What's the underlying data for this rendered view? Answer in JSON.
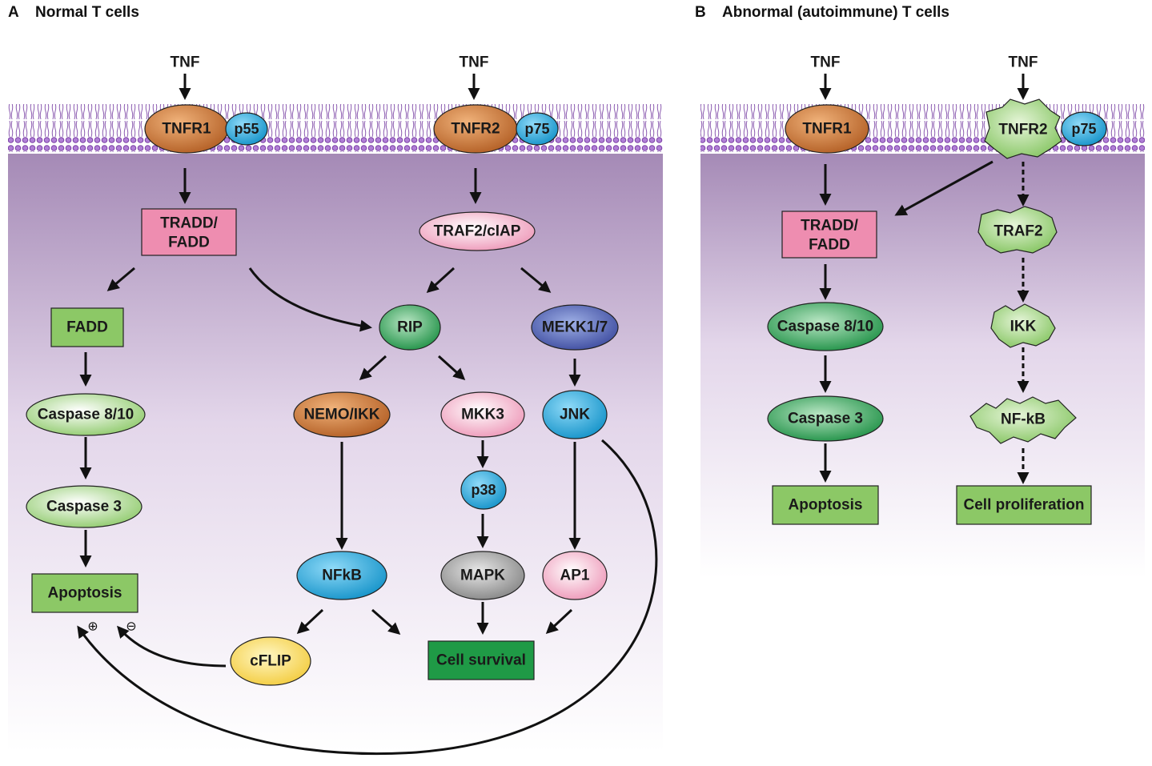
{
  "panel_a": {
    "letter": "A",
    "title": "Normal T cells",
    "nodes": {
      "tnf_1": "TNF",
      "tnf_2": "TNF",
      "tnfr1": "TNFR1",
      "p55": "p55",
      "tnfr2": "TNFR2",
      "p75": "p75",
      "tradd_fadd_line1": "TRADD/",
      "tradd_fadd_line2": "FADD",
      "traf2_ciap": "TRAF2/cIAP",
      "fadd": "FADD",
      "rip": "RIP",
      "mekk": "MEKK1/7",
      "caspase_8_10": "Caspase 8/10",
      "nemo_ikk": "NEMO/IKK",
      "mkk3": "MKK3",
      "jnk": "JNK",
      "p38": "p38",
      "caspase_3": "Caspase 3",
      "nfkb": "NFkB",
      "mapk": "MAPK",
      "ap1": "AP1",
      "apoptosis": "Apoptosis",
      "cflip": "cFLIP",
      "cell_survival": "Cell survival",
      "plus_sign": "⊕",
      "minus_sign": "⊖"
    }
  },
  "panel_b": {
    "letter": "B",
    "title": "Abnormal (autoimmune) T cells",
    "nodes": {
      "tnf_1": "TNF",
      "tnf_2": "TNF",
      "tnfr1": "TNFR1",
      "tnfr2": "TNFR2",
      "p75": "p75",
      "tradd_fadd_line1": "TRADD/",
      "tradd_fadd_line2": "FADD",
      "traf2": "TRAF2",
      "caspase_8_10": "Caspase 8/10",
      "ikk": "IKK",
      "caspase_3": "Caspase 3",
      "nfkb": "NF-kB",
      "apoptosis": "Apoptosis",
      "cell_proliferation": "Cell proliferation"
    }
  },
  "colors": {
    "membrane_lipid": "#9b5fc0",
    "cytoplasm_top": "#a887b8",
    "orange_receptor": "#c8733a",
    "blue_subunit": "#27a6dc",
    "pink_box": "#ee8db0",
    "green_box": "#8cc866",
    "dark_green": "#1f9a46",
    "navy": "#4a5aa8",
    "grey": "#8c8c8c",
    "yellow": "#f4d03f"
  }
}
